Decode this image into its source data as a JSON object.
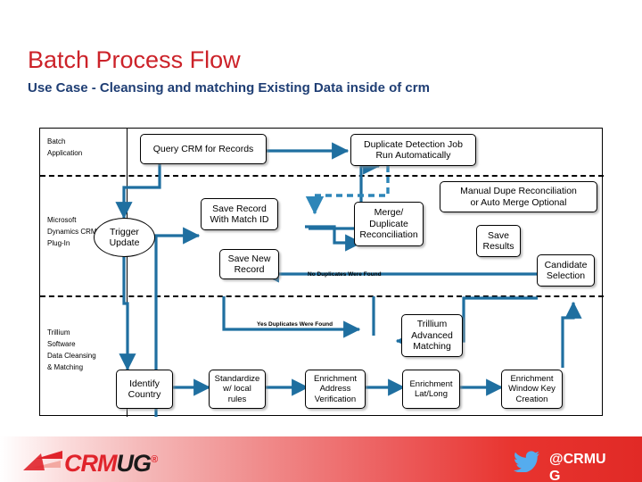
{
  "slide": {
    "title": "Batch Process Flow",
    "subtitle": "Use Case - Cleansing and matching Existing Data inside of crm",
    "title_color": "#CC2229",
    "subtitle_color": "#1F3E74",
    "connector_color": "#1F6FA0"
  },
  "diagram": {
    "lanes": [
      {
        "label": "Batch\nApplication"
      },
      {
        "label": "Microsoft\nDynamics CRM\nPlug-In"
      },
      {
        "label": "Trillium\nSoftware\nData Cleansing\n& Matching"
      }
    ],
    "nodes": [
      {
        "id": "query-crm",
        "label": "Query CRM for Records"
      },
      {
        "id": "duplicate-detection",
        "label": "Duplicate Detection Job\nRun Automatically"
      },
      {
        "id": "trigger-update",
        "label": "Trigger\nUpdate"
      },
      {
        "id": "save-record-match-id",
        "label": "Save Record\nWith Match ID"
      },
      {
        "id": "save-new-record",
        "label": "Save New\nRecord"
      },
      {
        "id": "merge-duplicate",
        "label": "Merge/\nDuplicate\nReconciliation"
      },
      {
        "id": "manual-dupe",
        "label": "Manual Dupe Reconciliation\nor Auto Merge Optional"
      },
      {
        "id": "save-results",
        "label": "Save\nResults"
      },
      {
        "id": "candidate-selection",
        "label": "Candidate\nSelection"
      },
      {
        "id": "trillium-advanced",
        "label": "Trillium\nAdvanced\nMatching"
      },
      {
        "id": "identify-country",
        "label": "Identify\nCountry"
      },
      {
        "id": "standardize",
        "label": "Standardize\nw/ local\nrules"
      },
      {
        "id": "enrich-address",
        "label": "Enrichment\nAddress\nVerification"
      },
      {
        "id": "enrich-latlong",
        "label": "Enrichment\nLat/Long"
      },
      {
        "id": "enrich-windowkey",
        "label": "Enrichment\nWindow Key\nCreation"
      }
    ],
    "flow_labels": [
      {
        "id": "no-duplicates",
        "text": "No Duplicates Were Found"
      },
      {
        "id": "yes-duplicates",
        "text": "Yes Duplicates Were Found"
      }
    ]
  },
  "footer": {
    "logo_crm": "CRM",
    "logo_ug": "UG",
    "logo_reg": "®",
    "twitter_handle": "@CRMUG"
  }
}
